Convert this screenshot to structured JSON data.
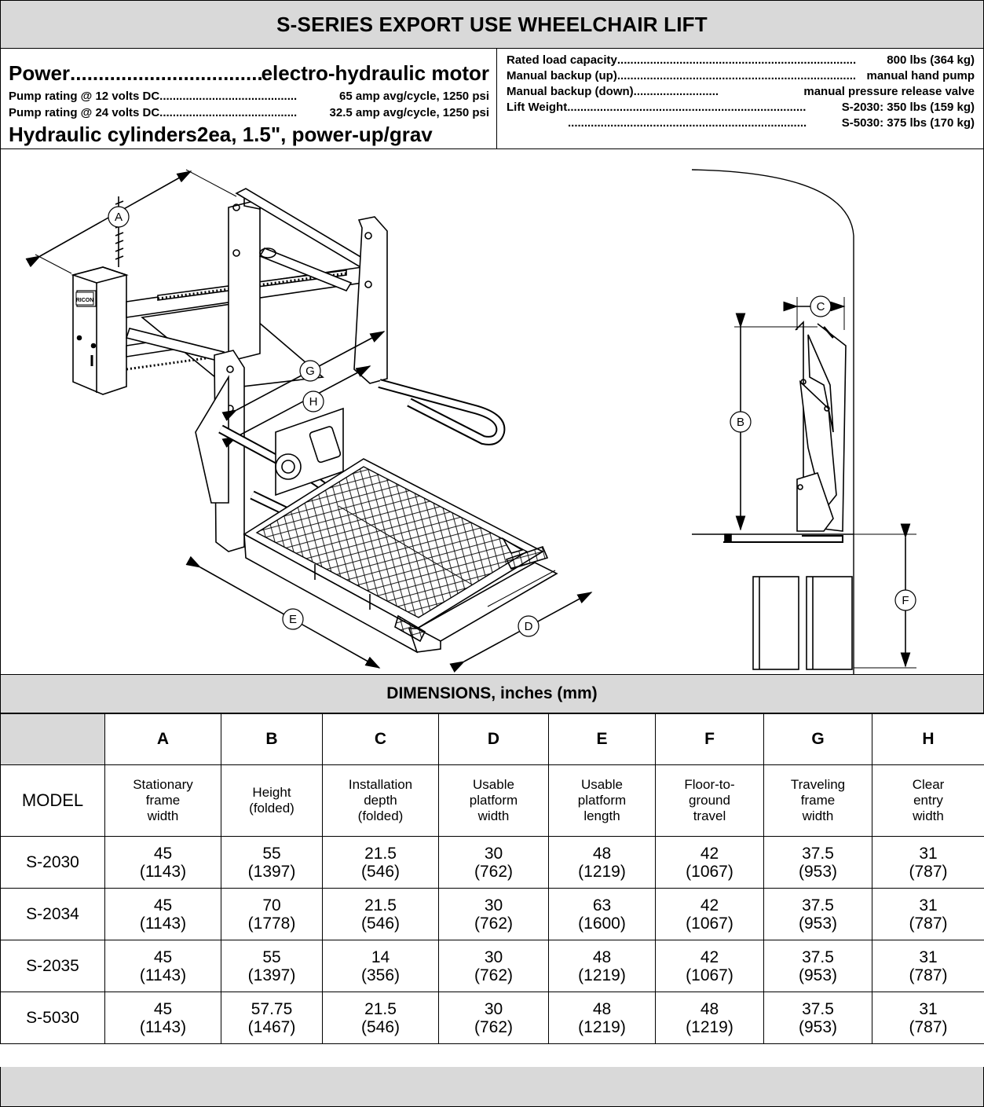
{
  "title": "S-SERIES EXPORT USE WHEELCHAIR LIFT",
  "specs_left": {
    "power_label": "Power",
    "power_value": "electro-hydraulic motor",
    "pump12_label": "Pump rating @ 12 volts DC",
    "pump12_value": "65 amp avg/cycle, 1250 psi",
    "pump24_label": "Pump rating @ 24 volts DC",
    "pump24_value": "32.5 amp avg/cycle, 1250 psi",
    "cylinders": "Hydraulic cylinders2ea, 1.5\", power-up/grav"
  },
  "specs_right": {
    "load_label": "Rated load capacity",
    "load_value": "800 lbs (364 kg)",
    "up_label": "Manual backup (up)",
    "up_value": "manual hand pump",
    "down_label": "Manual backup (down)",
    "down_value": "manual pressure release valve",
    "weight_label": "Lift Weight",
    "weight_value_1": "S-2030: 350 lbs (159 kg)",
    "weight_value_2": "S-5030: 375 lbs (170 kg)"
  },
  "drawing_labels": {
    "a": "A",
    "b": "B",
    "c": "C",
    "d": "D",
    "e": "E",
    "f": "F",
    "g": "G",
    "h": "H",
    "brand": "RICON"
  },
  "dimensions": {
    "header": "DIMENSIONS, inches (mm)",
    "columns": [
      "A",
      "B",
      "C",
      "D",
      "E",
      "F",
      "G",
      "H"
    ],
    "model_label": "MODEL",
    "descriptions": [
      [
        "Stationary",
        "frame",
        "width"
      ],
      [
        "Height",
        "(folded)"
      ],
      [
        "Installation",
        "depth",
        "(folded)"
      ],
      [
        "Usable",
        "platform",
        "width"
      ],
      [
        "Usable",
        "platform",
        "length"
      ],
      [
        "Floor-to-",
        "ground",
        "travel"
      ],
      [
        "Traveling",
        "frame",
        "width"
      ],
      [
        "Clear",
        "entry",
        "width"
      ]
    ],
    "rows": [
      {
        "model": "S-2030",
        "values": [
          [
            "45",
            "(1143)"
          ],
          [
            "55",
            "(1397)"
          ],
          [
            "21.5",
            "(546)"
          ],
          [
            "30",
            "(762)"
          ],
          [
            "48",
            "(1219)"
          ],
          [
            "42",
            "(1067)"
          ],
          [
            "37.5",
            "(953)"
          ],
          [
            "31",
            "(787)"
          ]
        ]
      },
      {
        "model": "S-2034",
        "values": [
          [
            "45",
            "(1143)"
          ],
          [
            "70",
            "(1778)"
          ],
          [
            "21.5",
            "(546)"
          ],
          [
            "30",
            "(762)"
          ],
          [
            "63",
            "(1600)"
          ],
          [
            "42",
            "(1067)"
          ],
          [
            "37.5",
            "(953)"
          ],
          [
            "31",
            "(787)"
          ]
        ]
      },
      {
        "model": "S-2035",
        "values": [
          [
            "45",
            "(1143)"
          ],
          [
            "55",
            "(1397)"
          ],
          [
            "14",
            "(356)"
          ],
          [
            "30",
            "(762)"
          ],
          [
            "48",
            "(1219)"
          ],
          [
            "42",
            "(1067)"
          ],
          [
            "37.5",
            "(953)"
          ],
          [
            "31",
            "(787)"
          ]
        ]
      },
      {
        "model": "S-5030",
        "values": [
          [
            "45",
            "(1143)"
          ],
          [
            "57.75",
            "(1467)"
          ],
          [
            "21.5",
            "(546)"
          ],
          [
            "30",
            "(762)"
          ],
          [
            "48",
            "(1219)"
          ],
          [
            "48",
            "(1219)"
          ],
          [
            "37.5",
            "(953)"
          ],
          [
            "31",
            "(787)"
          ]
        ]
      }
    ]
  }
}
